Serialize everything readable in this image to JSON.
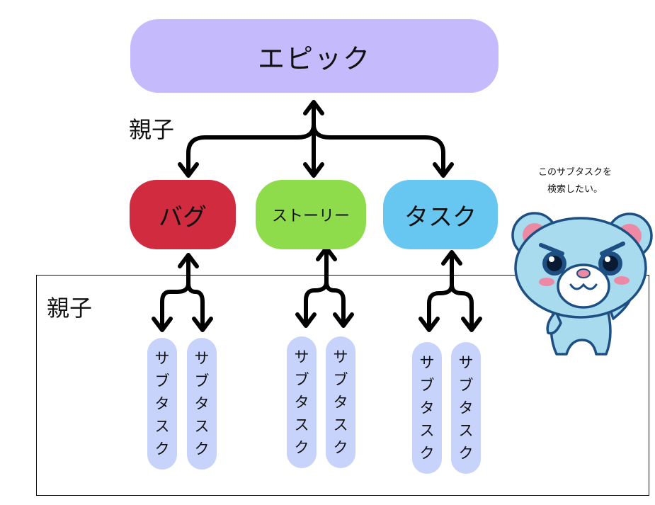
{
  "nodes": {
    "epic": "エピック",
    "bug": "バグ",
    "story": "ストーリー",
    "task": "タスク"
  },
  "labels": {
    "parent_child_top": "親子",
    "parent_child_box": "親子"
  },
  "subtask_label": "サブタスク",
  "subtasks": [
    {
      "group": "バグ",
      "text": "サブタスク"
    },
    {
      "group": "バグ",
      "text": "サブタスク"
    },
    {
      "group": "ストーリー",
      "text": "サブタスク"
    },
    {
      "group": "ストーリー",
      "text": "サブタスク"
    },
    {
      "group": "タスク",
      "text": "サブタスク"
    },
    {
      "group": "タスク",
      "text": "サブタスク"
    }
  ],
  "mascot": {
    "speech_line1": "このサブタスクを",
    "speech_line2": "検索したい。"
  },
  "colors": {
    "epic": "#c5bafc",
    "bug": "#d12b3f",
    "story": "#8edb4c",
    "task": "#68c7f0",
    "subtask": "#c7d3fb",
    "mascot_body": "#a9dbee"
  }
}
